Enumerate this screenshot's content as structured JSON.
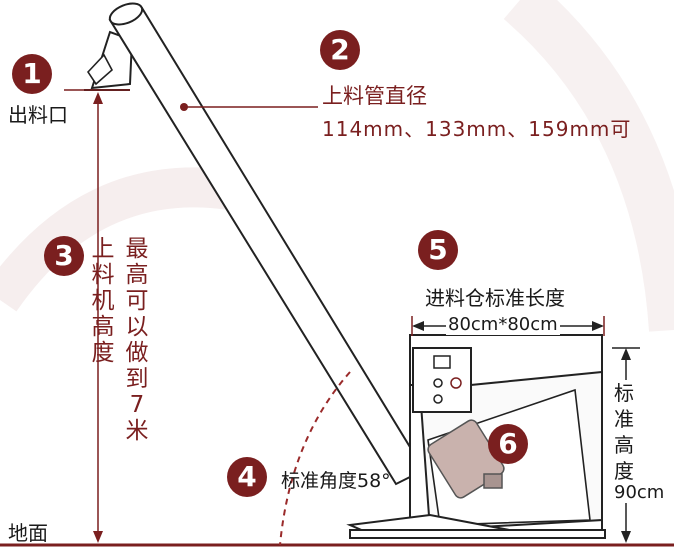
{
  "callouts": {
    "c1": {
      "number": "1",
      "label": "出料口"
    },
    "c2": {
      "number": "2",
      "label": "上料管直径",
      "value": "114mm、133mm、159mm可"
    },
    "c3": {
      "number": "3",
      "label": "上料机高度",
      "note": "最高可以做到7米"
    },
    "c4": {
      "number": "4",
      "label": "标准角度58°"
    },
    "c5": {
      "number": "5",
      "label": "进料仓标准长度",
      "value": "80cm*80cm"
    },
    "c6": {
      "number": "6"
    },
    "height": {
      "label": "标准高度",
      "value": "90cm"
    }
  },
  "ground_label": "地面",
  "colors": {
    "accent": "#7a1f1f",
    "line": "#222222",
    "dash": "#9a2a2a"
  }
}
